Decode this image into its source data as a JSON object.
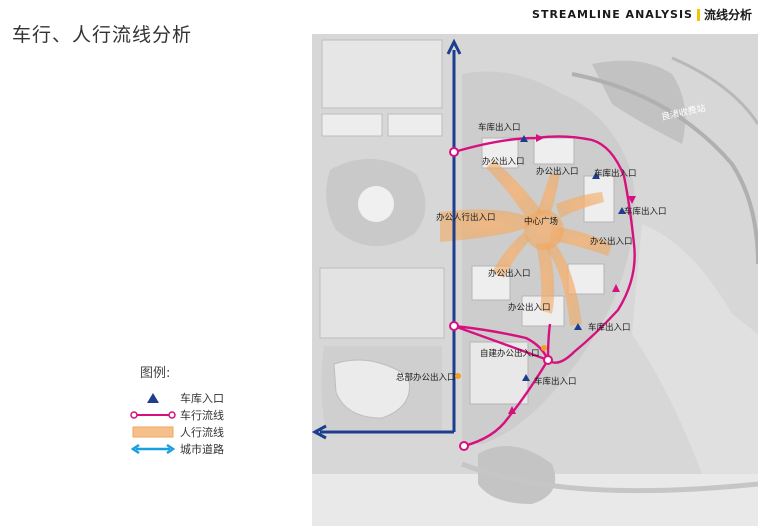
{
  "header": {
    "title": "车行、人行流线分析",
    "brand_en": "STREAMLINE ANALYSIS",
    "brand_cn": "流线分析"
  },
  "legend": {
    "title": "图例:",
    "items": [
      {
        "label": "车库入口",
        "icon": "triangle-icon"
      },
      {
        "label": "车行流线",
        "icon": "vehicle-flow-line-icon"
      },
      {
        "label": "人行流线",
        "icon": "pedestrian-flow-band-icon"
      },
      {
        "label": "城市道路",
        "icon": "city-road-arrow-icon"
      }
    ]
  },
  "map": {
    "labels": {
      "garage_1": "车库出入口",
      "garage_2": "车库出入口",
      "garage_3": "车库出入口",
      "garage_4": "车库出入口",
      "garage_5": "车库出入口",
      "office_1": "办公出入口",
      "office_2": "办公出入口",
      "office_3": "办公出入口",
      "office_4": "办公出入口",
      "office_5": "办公出入口",
      "office_ped": "办公人行出入口",
      "plaza": "中心广场",
      "self_office": "自建办公出入口",
      "hq_office": "总部办公出入口",
      "toll": "良渚收费站"
    }
  },
  "colors": {
    "vehicle": "#d6117f",
    "road": "#1d3d8f",
    "pedestrian": "#f2a65a",
    "legend_road": "#1aa0e0",
    "brand_accent": "#f2c500"
  }
}
